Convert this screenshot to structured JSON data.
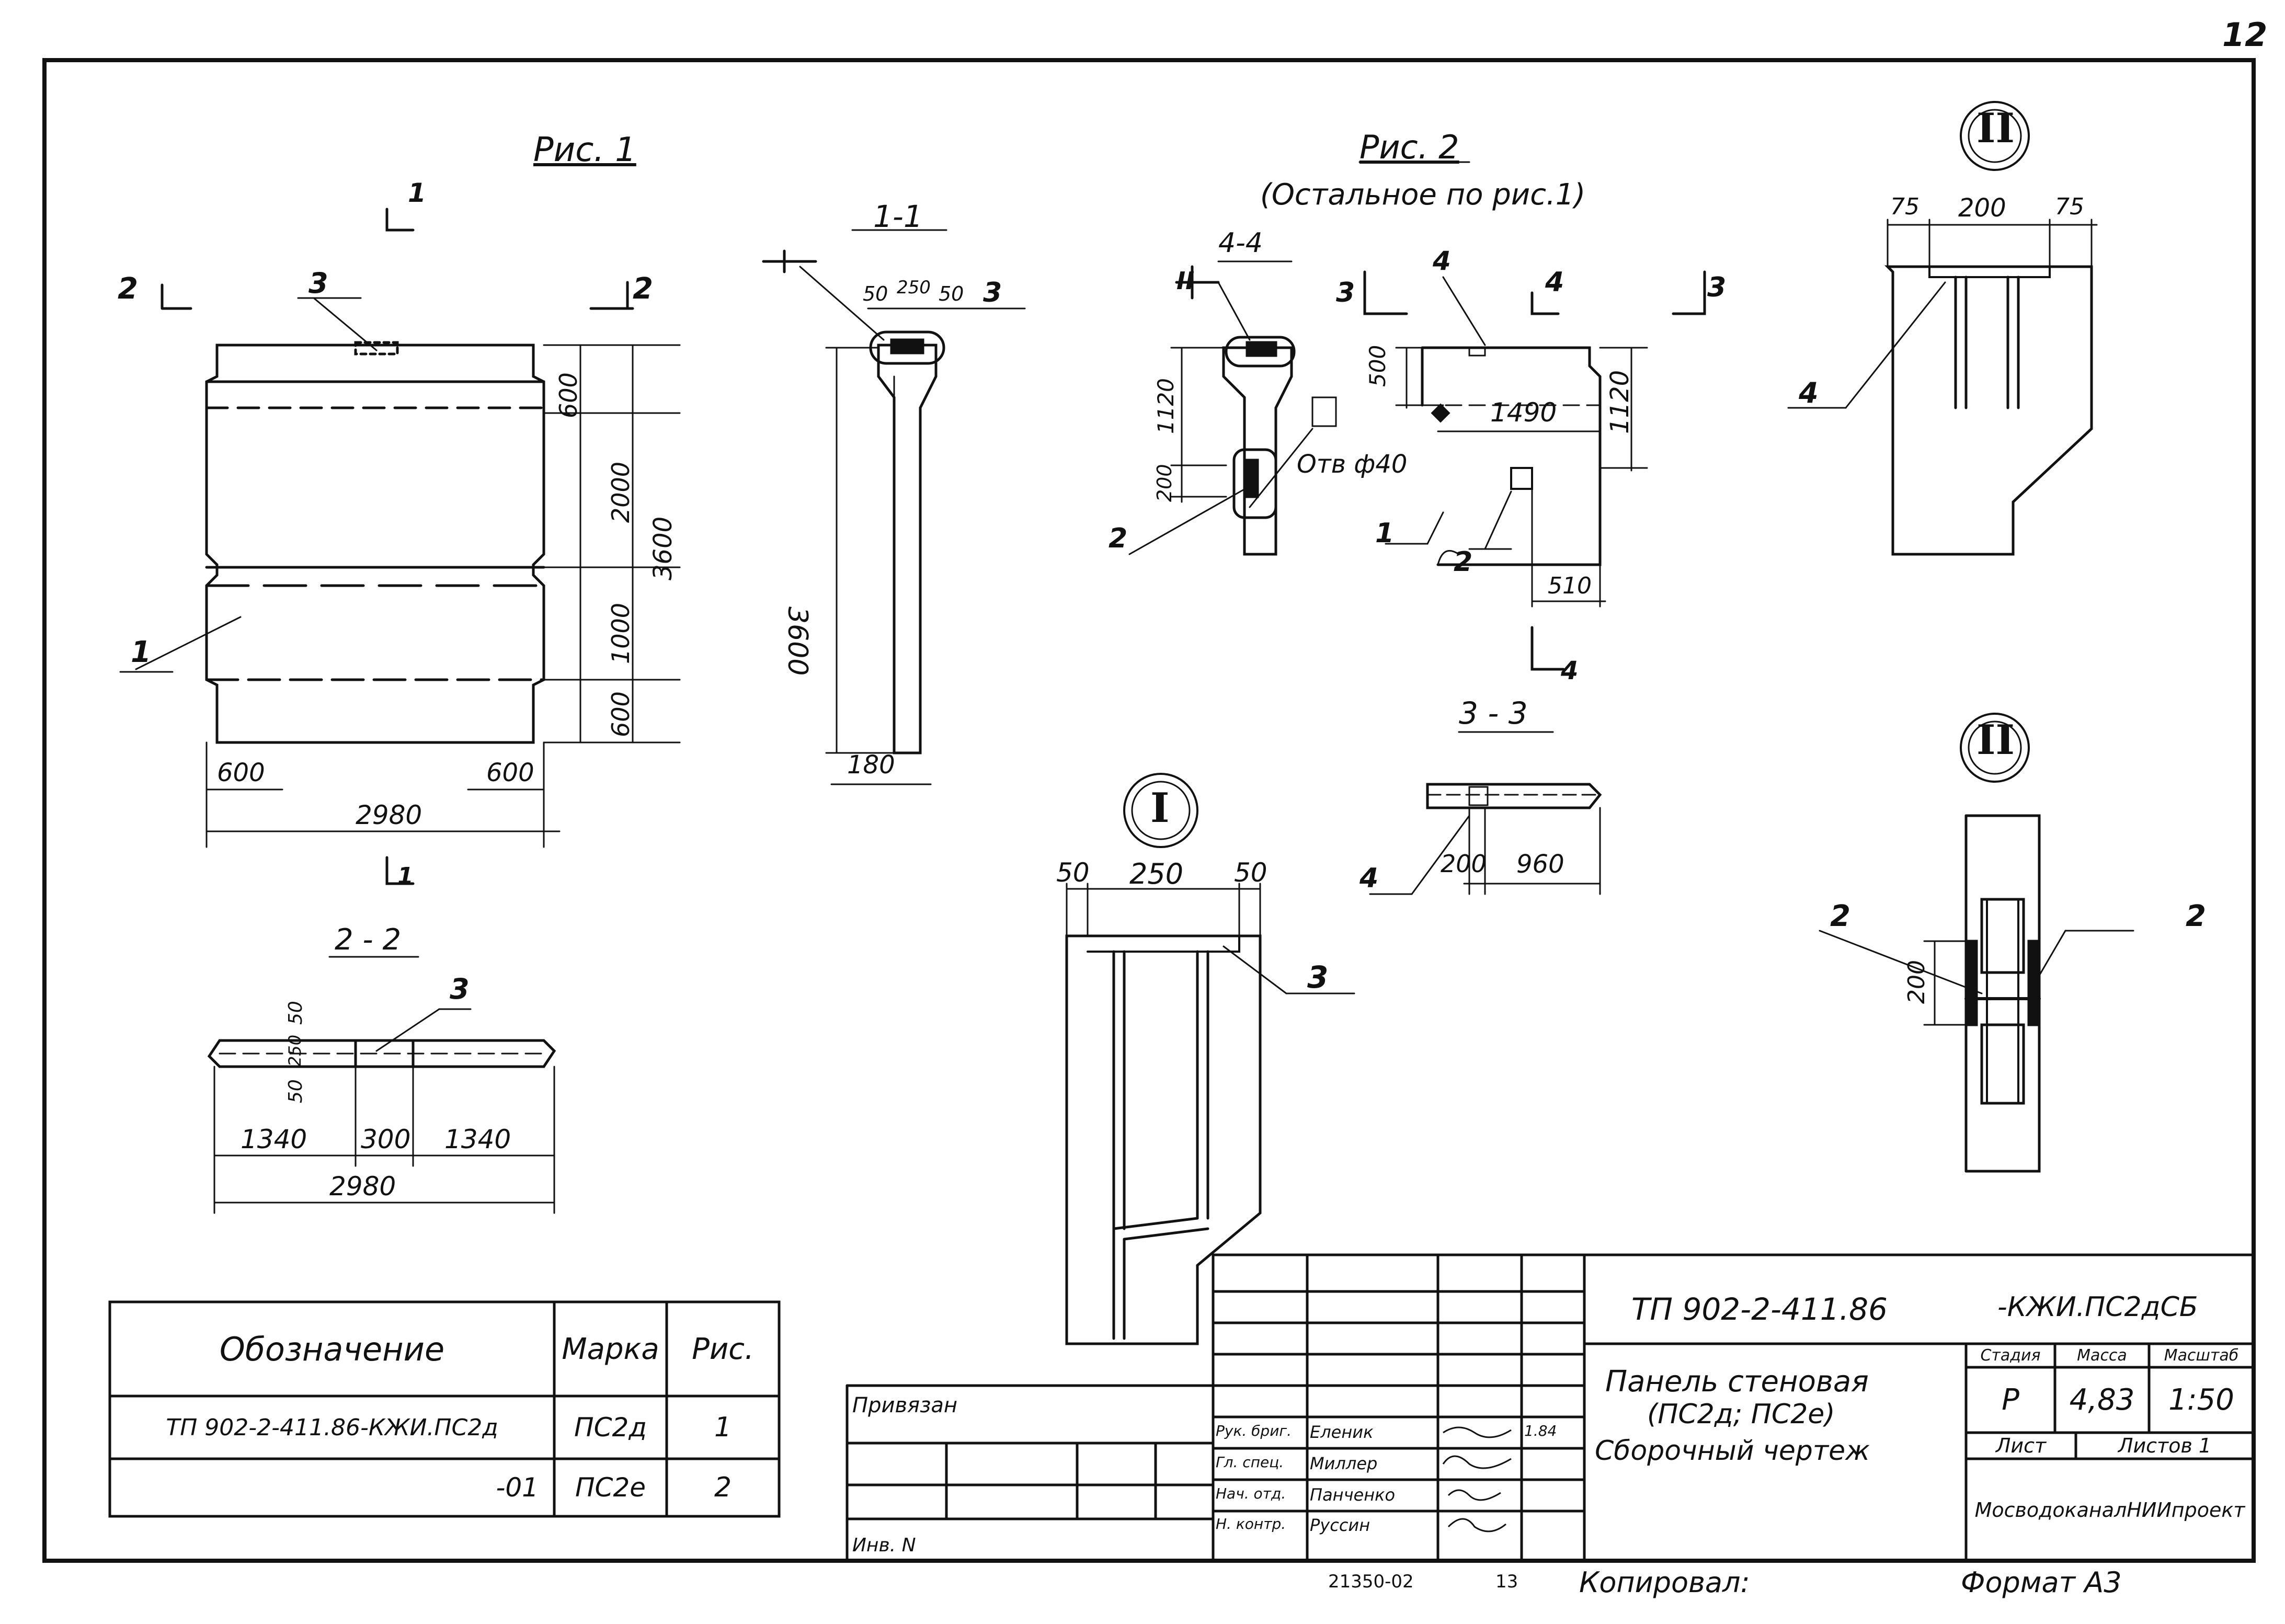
{
  "sheet": {
    "page_number": "12"
  },
  "fig1": {
    "title": "Рис. 1",
    "cut_1_top": "1",
    "cut_1_bottom": "1",
    "cut_2_left": "2",
    "cut_2_right": "2",
    "callout_3": "3",
    "callout_1": "1",
    "dim_600_top": "600",
    "dim_2000": "2000",
    "dim_3600": "3600",
    "dim_1000": "1000",
    "dim_600_bottom": "600",
    "dim_600_left": "600",
    "dim_600_right": "600",
    "dim_2980": "2980"
  },
  "section_1_1": {
    "title": "1-1",
    "dim_50a": "50",
    "dim_250": "250",
    "dim_50b": "50",
    "callout_3": "3",
    "dim_3600": "3600",
    "dim_180": "180"
  },
  "section_2_2": {
    "title": "2 - 2",
    "callout_3": "3",
    "dim_50a": "50",
    "dim_250": "250",
    "dim_50b": "50",
    "dim_1340a": "1340",
    "dim_300": "300",
    "dim_1340b": "1340",
    "dim_2980": "2980"
  },
  "fig2": {
    "title": "Рис. 2",
    "subtitle": "(Остальное по рис.1)",
    "cut_3_left": "3",
    "cut_3_right": "3",
    "cut_4_top": "4",
    "cut_4_bottom": "4",
    "callout_4": "4",
    "callout_1": "1",
    "callout_2": "2",
    "dim_500": "500",
    "dim_1490": "1490",
    "dim_1120": "1120",
    "dim_510": "510"
  },
  "section_4_4": {
    "title": "4-4",
    "mark_II": "II",
    "dim_1120": "1120",
    "dim_200": "200",
    "hole_label": "Отв ф40",
    "callout_2": "2"
  },
  "section_3_3": {
    "title": "3 - 3",
    "callout_4": "4",
    "dim_200": "200",
    "dim_960": "960"
  },
  "node_I": {
    "label": "I",
    "dim_50a": "50",
    "dim_250": "250",
    "dim_50b": "50",
    "callout_3": "3"
  },
  "node_II_top": {
    "label": "II",
    "dim_75a": "75",
    "dim_200": "200",
    "dim_75b": "75",
    "callout_4": "4"
  },
  "node_II_bottom": {
    "label": "II",
    "callout_2_left": "2",
    "callout_2_right": "2",
    "dim_200": "200"
  },
  "spec_table": {
    "headers": [
      "Обозначение",
      "Марка",
      "Рис."
    ],
    "rows": [
      [
        "ТП 902-2-411.86-КЖИ.ПС2д",
        "ПС2д",
        "1"
      ],
      [
        "-01",
        "ПС2е",
        "2"
      ]
    ]
  },
  "title_block": {
    "doc_code": "ТП 902-2-411.86",
    "doc_suffix": "-КЖИ.ПС2дСБ",
    "privyazan": "Привязан",
    "inv": "Инв. N",
    "product_line1": "Панель стеновая",
    "product_line2": "(ПС2д; ПС2е)",
    "product_line3": "Сборочный чертеж",
    "stage_header": "Стадия",
    "mass_header": "Масса",
    "scale_header": "Масштаб",
    "stage": "Р",
    "mass": "4,83",
    "scale": "1:50",
    "sheet_label": "Лист",
    "sheets_label": "Листов 1",
    "org": "МосводоканалНИИпроект",
    "signatures": [
      {
        "role": "Рук. бриг.",
        "name": "Еленик",
        "date": "1.84"
      },
      {
        "role": "Гл. спец.",
        "name": "Миллер",
        "date": ""
      },
      {
        "role": "Нач. отд.",
        "name": "Панченко",
        "date": ""
      },
      {
        "role": "Н. контр.",
        "name": "Руссин",
        "date": ""
      }
    ]
  },
  "footer": {
    "number": "21350-02",
    "page": "13",
    "copied": "Копировал:",
    "format": "Формат А3"
  }
}
